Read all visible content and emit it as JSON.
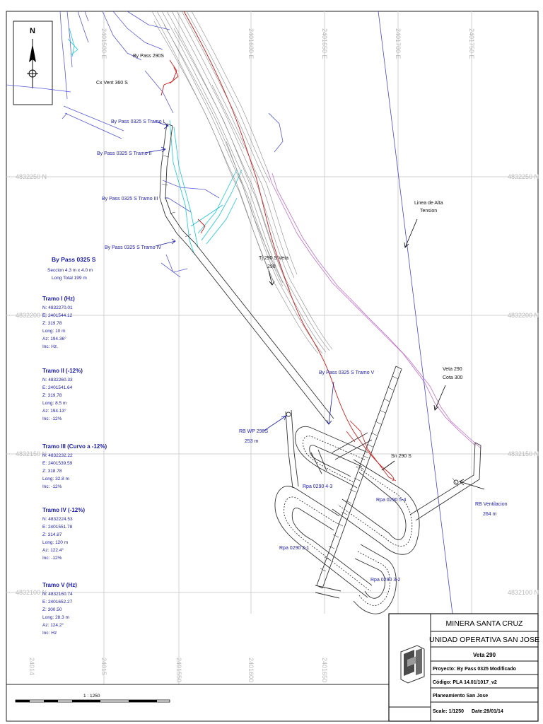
{
  "grid": {
    "east": [
      "2401500 E",
      "2401600 E",
      "2401650 E",
      "2401700 E",
      "2401750 E"
    ],
    "east_bottom": [
      "24014",
      "24015",
      "2401550 E",
      "2401600 E",
      "2401650 E"
    ],
    "north_left": [
      "4832250 N",
      "4832200 N",
      "4832150 N",
      "4832100 N"
    ],
    "north_right": [
      "4832250 N",
      "4832200 N",
      "4832150 N",
      "4832100 N"
    ]
  },
  "north_arrow": {
    "label": "N"
  },
  "labels": {
    "bypass_290s": "By Pass 290S",
    "cx_vent": "Cx Vent 360 S",
    "tramo1": "By Pass 0325 S Tramo I",
    "tramo2": "By Pass 0325 S Tramo II",
    "tramo3": "By Pass 0325 S Tramo III",
    "tramo4": "By Pass 0325 S Tramo IV",
    "tramo5": "By Pass 0325 S Tramo V",
    "linea_alta_1": "Linea de Alta",
    "linea_alta_2": "Tension",
    "tj_1": "Tj 290 S Veta",
    "tj_2": "290",
    "veta_1": "Veta 290",
    "veta_2": "Cota 300",
    "rb_wp_1": "RB WP 290S",
    "rb_wp_2": "253 m",
    "sn_290": "Sn 290 S",
    "rpa_43": "Rpa 0290 4-3",
    "rpa_54": "Rpa 0290 5-4",
    "rpa_21": "Rpa 0290 2-1",
    "rpa_32": "Rpa 0290 3-2",
    "rb_vent_1": "RB Ventilacion",
    "rb_vent_2": "264 m"
  },
  "info": {
    "title": "By Pass  0325 S",
    "section": "Seccion 4.3 m x 4.0 m",
    "length": "Long Total 199 m",
    "tramos": [
      {
        "name": "Tramo I (Hz)",
        "lines": [
          "N: 4832270.01",
          "E: 2401544.12",
          "Z: 319.78",
          "Long: 10 m",
          "Az: 194.36°",
          "Inc: Hz."
        ]
      },
      {
        "name": "Tramo II (-12%)",
        "lines": [
          "N: 4832260.33",
          "E: 2401541.64",
          "Z: 319.78",
          "Long: 8.5 m",
          "Az: 194.13°",
          "Inc: -12%"
        ]
      },
      {
        "name": "Tramo III (Curvo a -12%)",
        "lines": [
          "N: 4832232.22",
          "E: 2401539.59",
          "Z: 318.78",
          "Long: 32.8 m",
          "Inc: -12%"
        ]
      },
      {
        "name": "Tramo IV (-12%)",
        "lines": [
          "N: 4832224.53",
          "E: 2401551.78",
          "Z: 314.87",
          "Long: 120 m",
          "Az: 122.4°",
          "Inc: -12%"
        ]
      },
      {
        "name": "Tramo V (Hz)",
        "lines": [
          "N: 4832160.74",
          "E: 2401652.27",
          "Z: 300.50",
          "Long: 28.3 m",
          "Az: 124.2°",
          "Inc: Hz"
        ]
      }
    ]
  },
  "scale_bar": {
    "label": "1 : 1250"
  },
  "title_block": {
    "company": "MINERA SANTA CRUZ",
    "unit": "UNIDAD OPERATIVA SAN JOSE",
    "vein": "Veta 290",
    "project": "Proyecto:  By Pass  0325 Modificado",
    "code": "Código:  PLA 14.01/1017_v2",
    "dept": "Planeamiento San Jose",
    "scale": "Scale:  1/1250",
    "date": "Date:29/01/14"
  },
  "colors": {
    "label_blue": "#1a1aa8",
    "topo_gray": "#8a8a8a",
    "vein_red": "#c81e1e",
    "cyan": "#19c8d8",
    "magenta": "#c070c8",
    "powerline_blue": "#4646d2",
    "grid": "#cfcfcf"
  }
}
